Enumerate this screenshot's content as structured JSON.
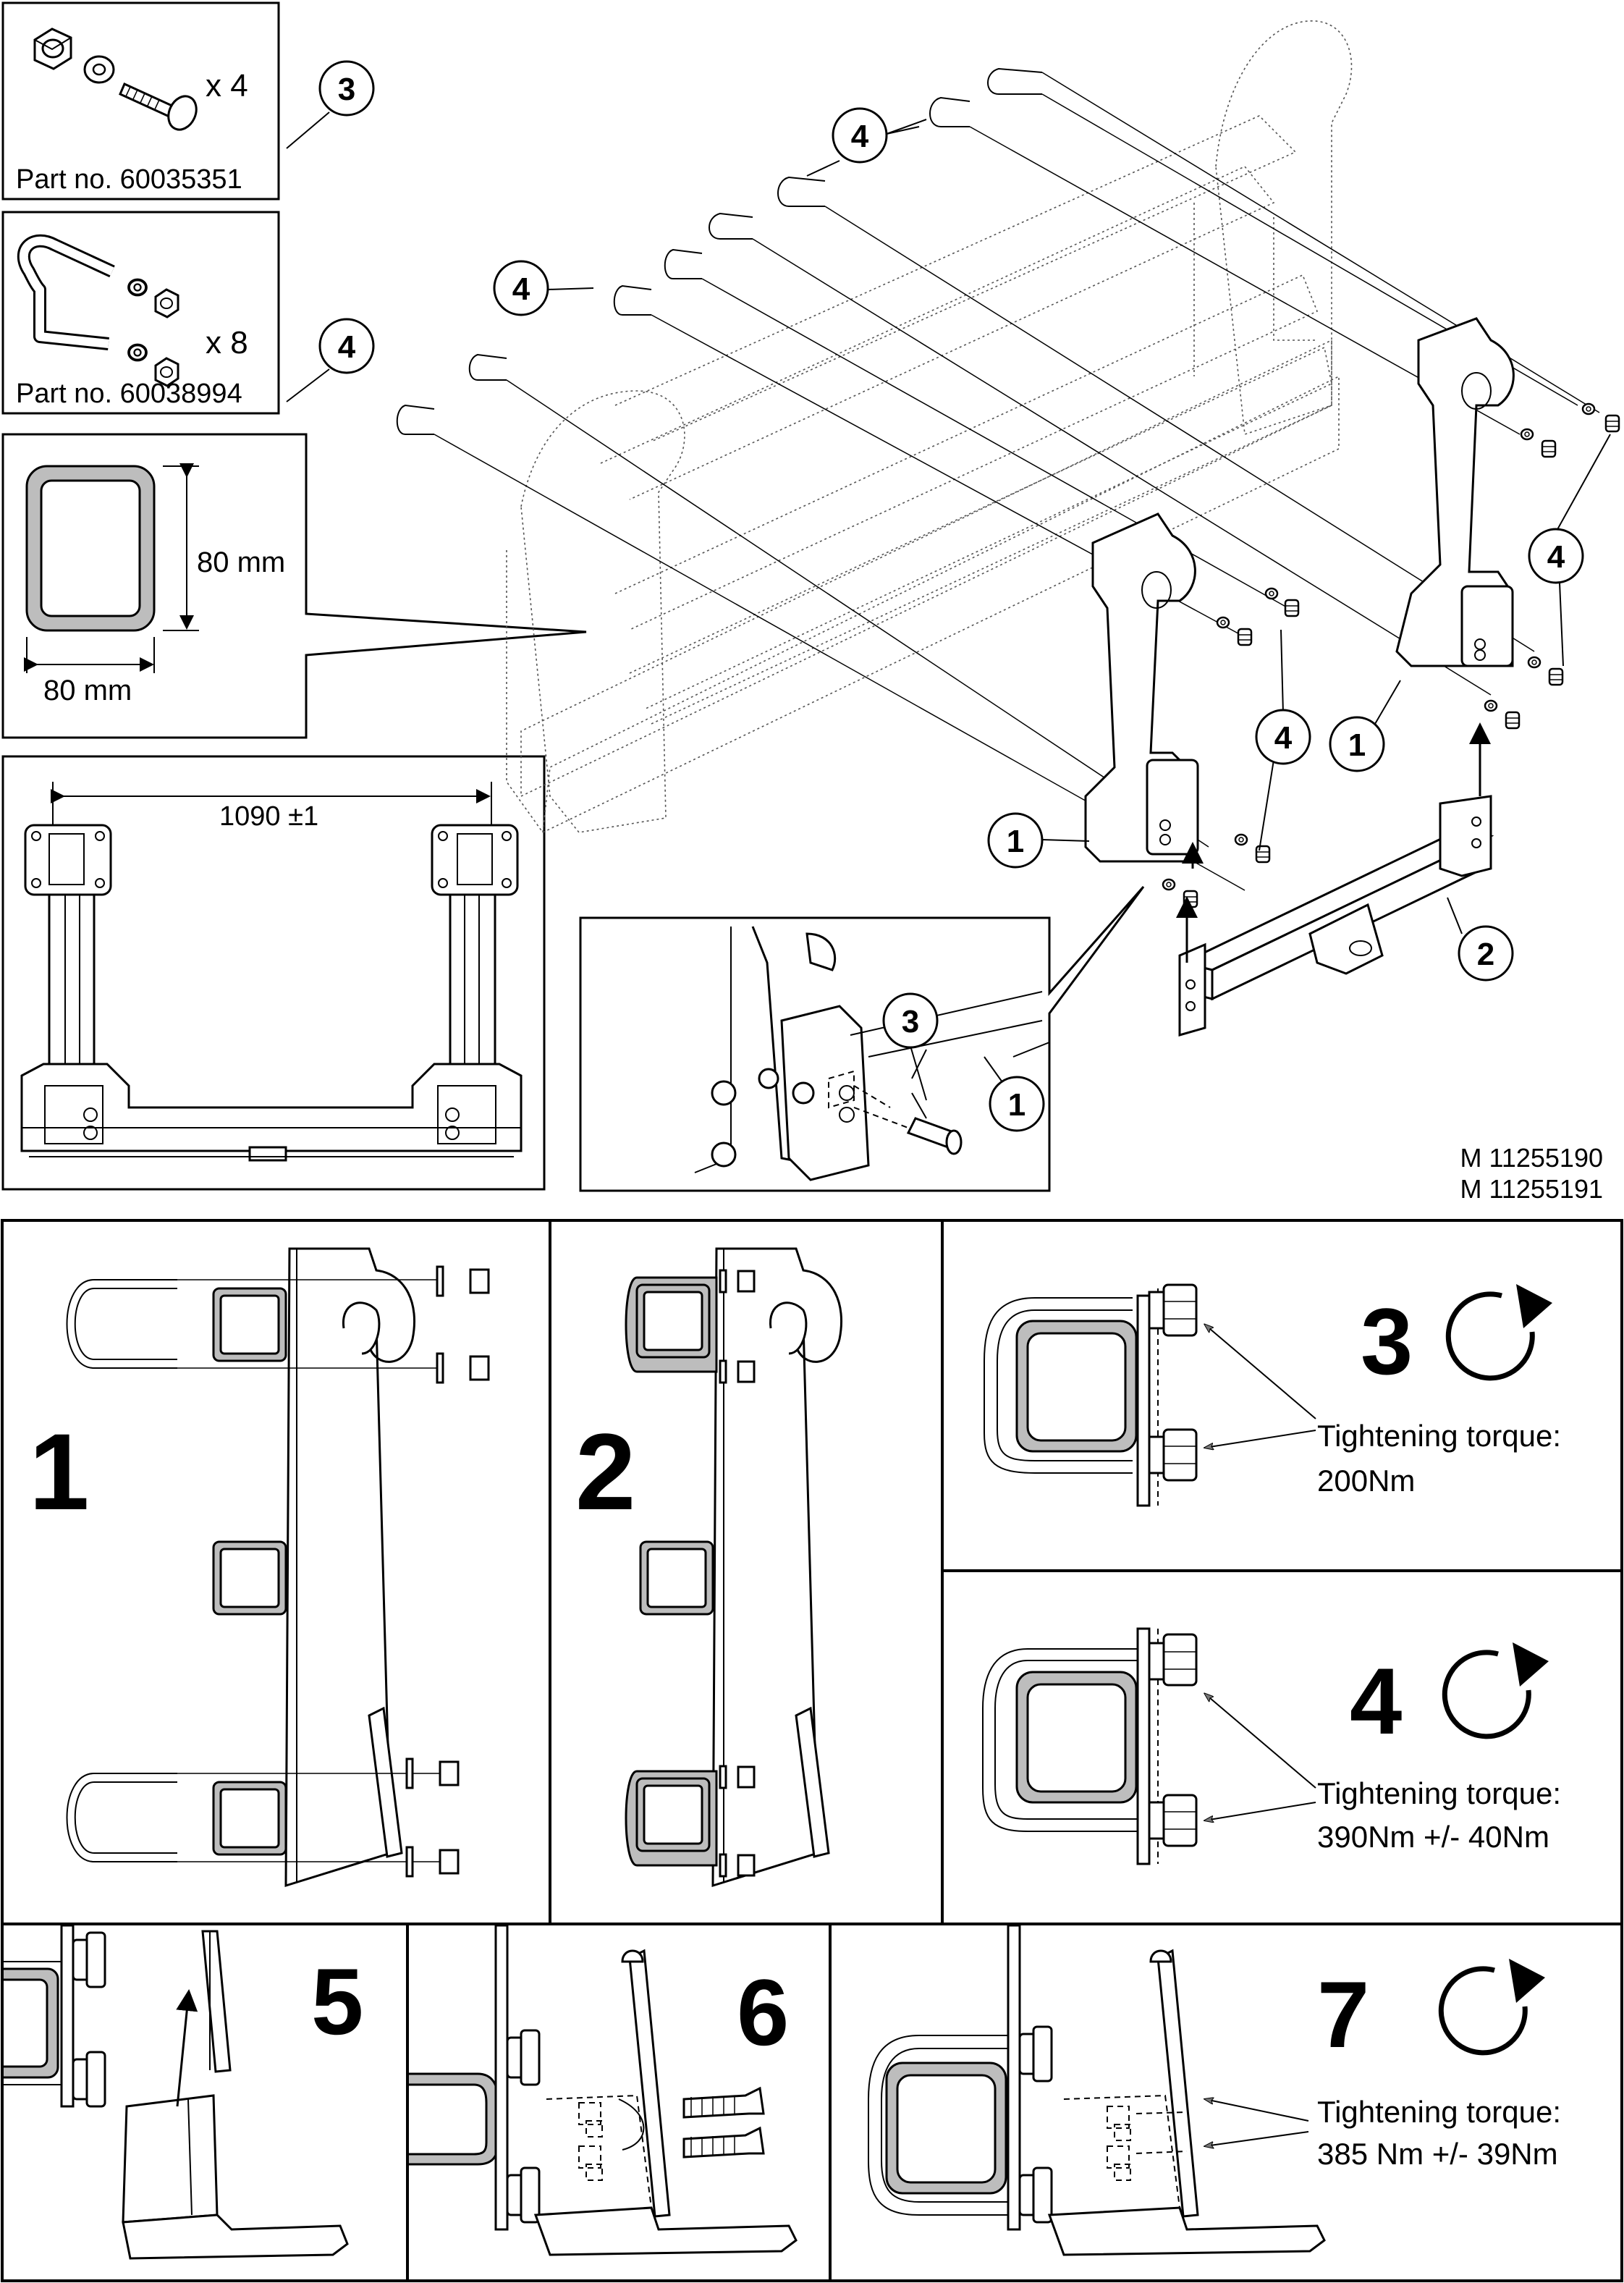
{
  "kit_box_3": {
    "qty": "x 4",
    "part_no": "Part no. 60035351"
  },
  "kit_box_4": {
    "qty": "x 8",
    "part_no": "Part no. 60038994"
  },
  "profile": {
    "height": "80 mm",
    "width": "80 mm"
  },
  "dimension": {
    "span": "1090 ±1"
  },
  "callouts": {
    "fasteners": "3",
    "ubolt": "4",
    "hook_bracket": "1",
    "cross_beam": "2"
  },
  "drawing_numbers": {
    "first": "M 11255190",
    "second": "M 11255191"
  },
  "steps": {
    "s1": "1",
    "s2": "2",
    "s3": {
      "num": "3",
      "label": "Tightening torque:",
      "value": "200Nm"
    },
    "s4": {
      "num": "4",
      "label": "Tightening torque:",
      "value": "390Nm +/- 40Nm"
    },
    "s5": "5",
    "s6": "6",
    "s7": {
      "num": "7",
      "label": "Tightening torque:",
      "value": "385 Nm +/- 39Nm"
    }
  },
  "icons": [
    "nut-icon",
    "washer-icon",
    "bolt-icon",
    "u-bolt-icon",
    "rotate-clockwise-icon",
    "arrow-up-icon"
  ],
  "colors": {
    "line": "#000000",
    "tube_fill": "#bdbdbd",
    "arrow_fill": "#555555"
  }
}
